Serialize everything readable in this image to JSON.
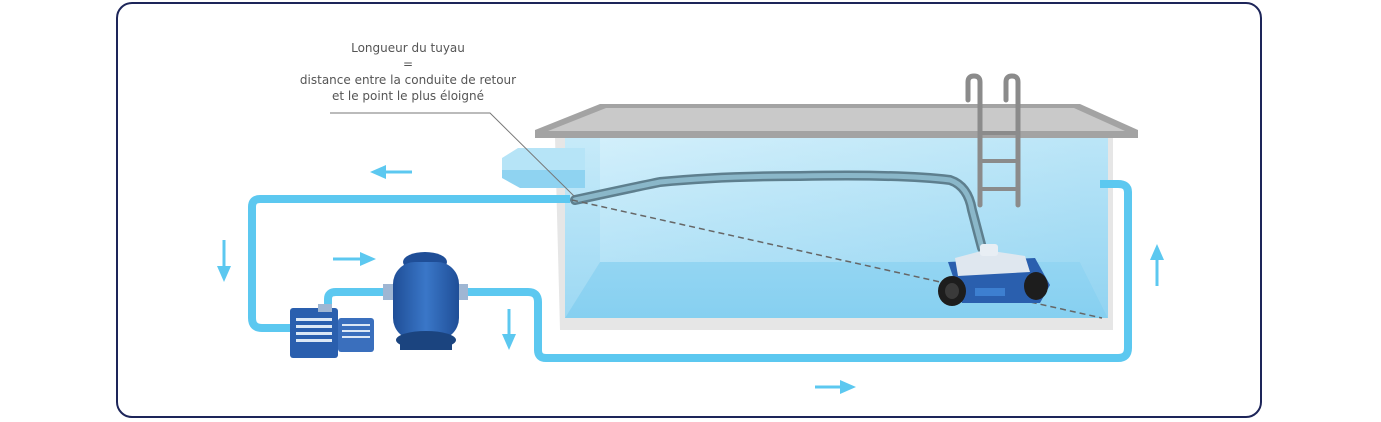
{
  "annotation": {
    "line1": "Longueur du tuyau",
    "line2": "=",
    "line3": "distance entre la conduite de retour",
    "line4": "et le point le plus éloigné"
  },
  "colors": {
    "frame": "#1d2559",
    "pipe": "#5cc8f0",
    "water": "#9ed8f2",
    "coping": "#9a9a9a",
    "equipment": "#2a5fae",
    "hose": "#5a8aa0"
  },
  "icons": [
    "arrow-left-icon",
    "arrow-down-icon",
    "arrow-right-icon",
    "arrow-up-icon",
    "pump-icon",
    "filter-icon",
    "pool-robot-icon",
    "ladder-icon",
    "skimmer-icon"
  ]
}
